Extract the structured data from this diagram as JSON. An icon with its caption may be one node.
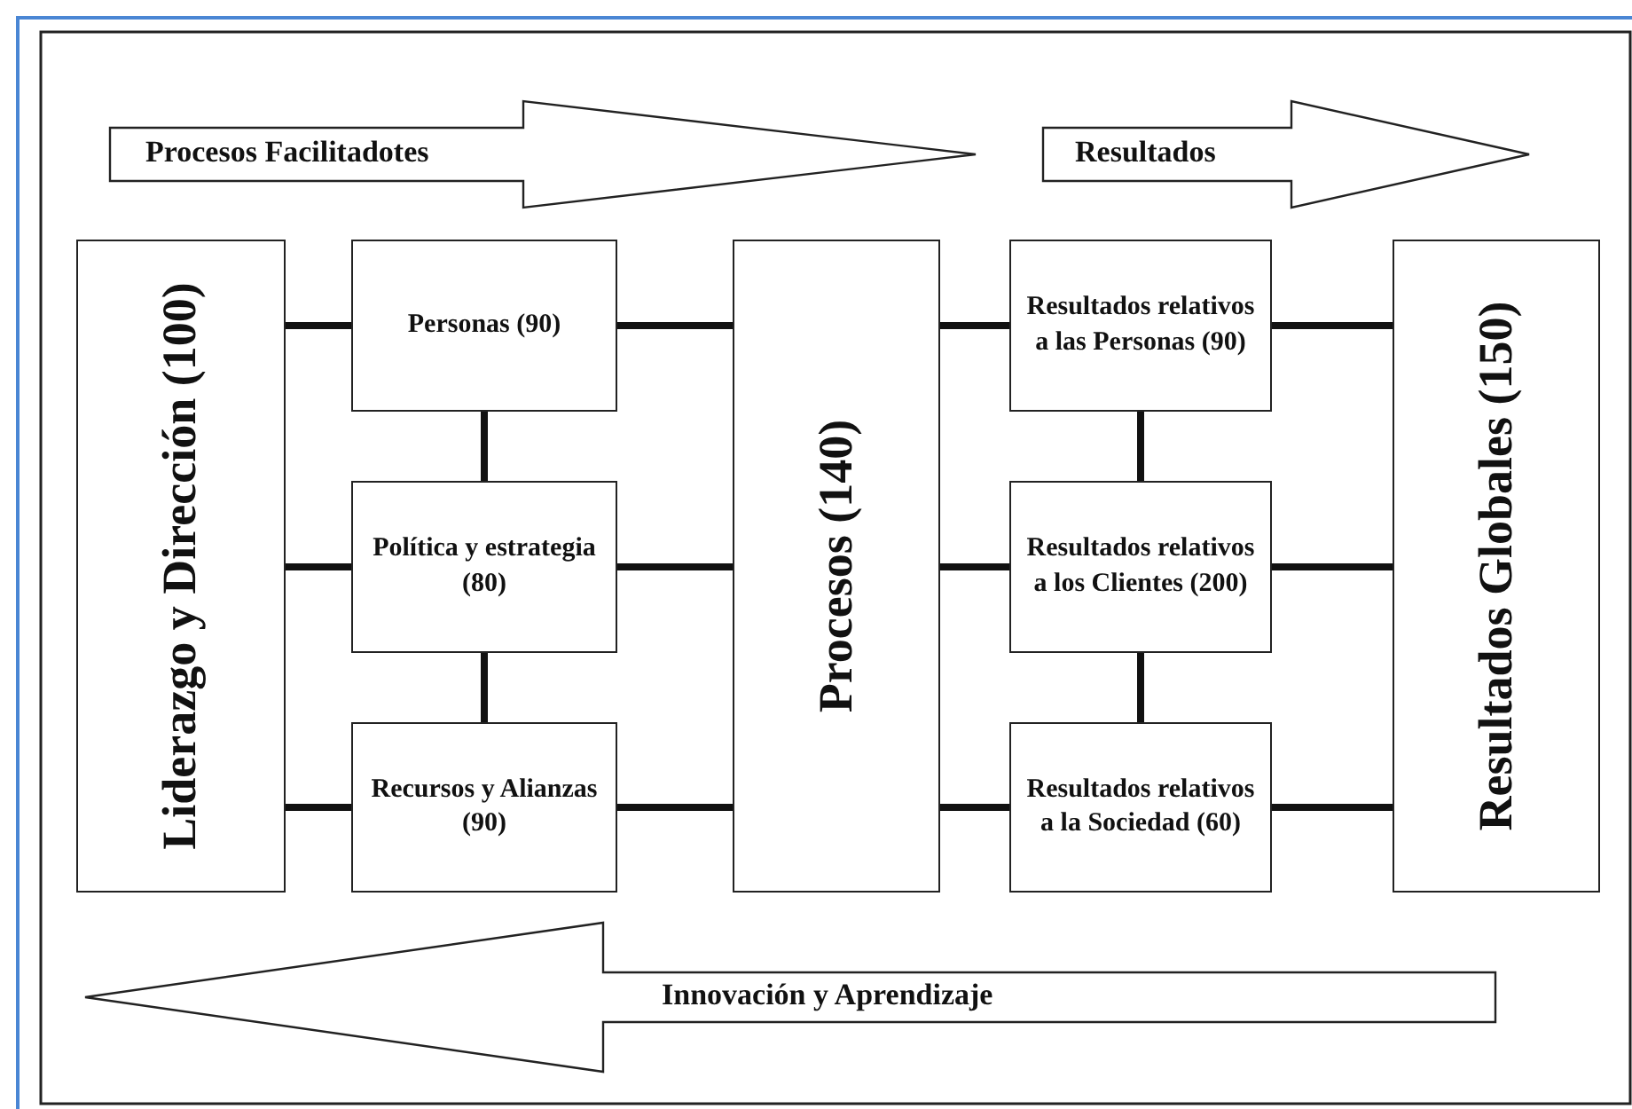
{
  "diagram": {
    "nodes": [
      {
        "text": [
          "Liderazgo y Dirección (100)"
        ]
      },
      {
        "text": [
          "Personas (90)"
        ]
      },
      {
        "text": [
          "Política y estrategia (80)"
        ]
      },
      {
        "text": [
          "Recursos y Alianzas (90)"
        ]
      },
      {
        "text": [
          "Procesos (140)"
        ]
      },
      {
        "text": [
          "Resultados relativos a las Personas (90)"
        ]
      },
      {
        "text": [
          "Resultados relativos a los Clientes (200)"
        ]
      },
      {
        "text": [
          "Resultados relativos a la Sociedad (60)"
        ]
      },
      {
        "text": [
          "Resultados Globales (150)"
        ]
      },
      {
        "text": [
          "Procesos Facilitadotes"
        ]
      },
      {
        "text": [
          "Resultados"
        ]
      },
      {
        "text": [
          "Innovación y Aprendizaje"
        ]
      }
    ],
    "edges": [
      {
        "from": 0,
        "to": 1,
        "arrow": "none"
      },
      {
        "from": 0,
        "to": 2,
        "arrow": "none"
      },
      {
        "from": 0,
        "to": 3,
        "arrow": "none"
      },
      {
        "from": 1,
        "to": 2,
        "arrow": "none"
      },
      {
        "from": 2,
        "to": 3,
        "arrow": "none"
      },
      {
        "from": 1,
        "to": 4,
        "arrow": "none"
      },
      {
        "from": 2,
        "to": 4,
        "arrow": "none"
      },
      {
        "from": 3,
        "to": 4,
        "arrow": "none"
      },
      {
        "from": 4,
        "to": 5,
        "arrow": "none"
      },
      {
        "from": 4,
        "to": 6,
        "arrow": "none"
      },
      {
        "from": 4,
        "to": 7,
        "arrow": "none"
      },
      {
        "from": 5,
        "to": 6,
        "arrow": "none"
      },
      {
        "from": 6,
        "to": 7,
        "arrow": "none"
      },
      {
        "from": 5,
        "to": 8,
        "arrow": "none"
      },
      {
        "from": 6,
        "to": 8,
        "arrow": "none"
      },
      {
        "from": 7,
        "to": 8,
        "arrow": "none"
      }
    ]
  }
}
